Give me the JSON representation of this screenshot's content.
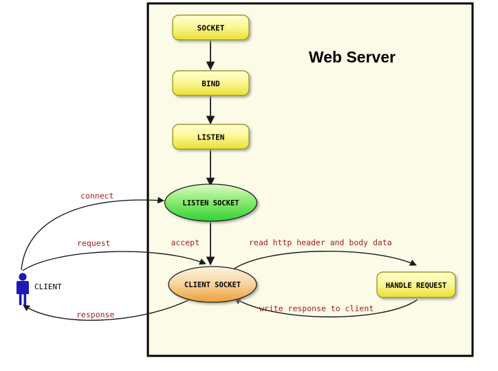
{
  "diagram": {
    "title": "Web Server",
    "container_bg": "#fbfbe8",
    "container_border": "#000000",
    "actor": {
      "label": "CLIENT",
      "icon": "person-icon",
      "color": "#1a1ab4"
    },
    "nodes": [
      {
        "id": "socket",
        "label": "SOCKET",
        "shape": "rounded-rect",
        "fill_top": "#fffcc4",
        "fill_bottom": "#ece33c",
        "border": "#9a9a20"
      },
      {
        "id": "bind",
        "label": "BIND",
        "shape": "rounded-rect",
        "fill_top": "#fffcc4",
        "fill_bottom": "#ece33c",
        "border": "#9a9a20"
      },
      {
        "id": "listen",
        "label": "LISTEN",
        "shape": "rounded-rect",
        "fill_top": "#fffcc4",
        "fill_bottom": "#ece33c",
        "border": "#9a9a20"
      },
      {
        "id": "listen_socket",
        "label": "LISTEN SOCKET",
        "shape": "ellipse",
        "fill_top": "#d8f8c0",
        "fill_bottom": "#34d63a",
        "border": "#1a1a1a"
      },
      {
        "id": "client_socket",
        "label": "CLIENT SOCKET",
        "shape": "ellipse",
        "fill_top": "#fdf0d8",
        "fill_bottom": "#eeab47",
        "border": "#1a1a1a"
      },
      {
        "id": "handle_request",
        "label": "HANDLE REQUEST",
        "shape": "rounded-rect",
        "fill_top": "#fffcc4",
        "fill_bottom": "#ece33c",
        "border": "#9a9a20"
      }
    ],
    "edges": [
      {
        "id": "socket_bind",
        "label": "",
        "from": "socket",
        "to": "bind"
      },
      {
        "id": "bind_listen",
        "label": "",
        "from": "bind",
        "to": "listen"
      },
      {
        "id": "listen_listensocket",
        "label": "",
        "from": "listen",
        "to": "listen_socket"
      },
      {
        "id": "connect",
        "label": "connect",
        "from": "client",
        "to": "listen_socket"
      },
      {
        "id": "accept",
        "label": "accept",
        "from": "listen_socket",
        "to": "client_socket"
      },
      {
        "id": "request",
        "label": "request",
        "from": "client",
        "to": "client_socket"
      },
      {
        "id": "response",
        "label": "response",
        "from": "client_socket",
        "to": "client"
      },
      {
        "id": "read_http",
        "label": "read http header and body data",
        "from": "client_socket",
        "to": "handle_request"
      },
      {
        "id": "write_response",
        "label": "write response to client",
        "from": "handle_request",
        "to": "client_socket"
      }
    ],
    "edge_label_color": "#9b1b1b",
    "edge_stroke_color": "#1a1a1a"
  }
}
